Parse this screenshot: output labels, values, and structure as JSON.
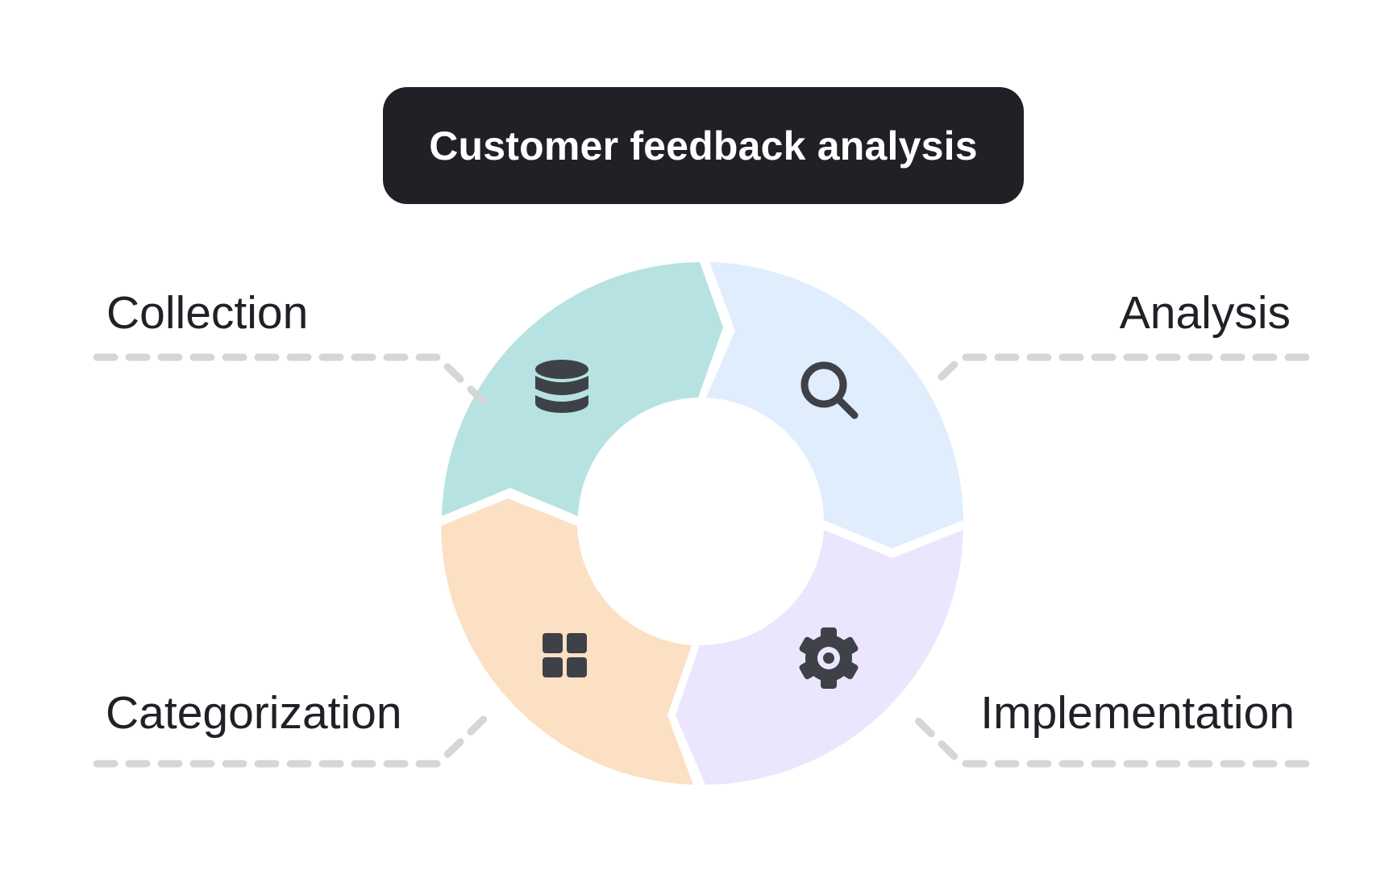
{
  "title": "Customer feedback analysis",
  "stages": {
    "collection": {
      "label": "Collection",
      "icon": "database-icon",
      "color": "#b6e3e1"
    },
    "analysis": {
      "label": "Analysis",
      "icon": "search-icon",
      "color": "#dfedfd"
    },
    "implementation": {
      "label": "Implementation",
      "icon": "gear-icon",
      "color": "#ebe6fd"
    },
    "categorization": {
      "label": "Categorization",
      "icon": "grid-icon",
      "color": "#fce0c4"
    }
  },
  "colors": {
    "title_background": "#202127",
    "icon": "#3f4149",
    "connector": "#d6d6d6"
  }
}
